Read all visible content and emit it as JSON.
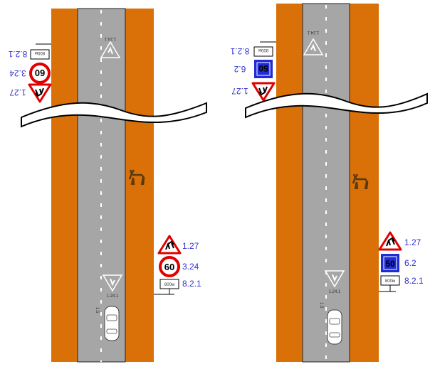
{
  "colors": {
    "verge": "#d97008",
    "road": "#a6a6a6",
    "sign_red": "#e00000",
    "sign_blue": "#1f2bd6",
    "label": "#3333cc"
  },
  "left_scheme": {
    "top_signs": {
      "warning": "1.27",
      "speed": "3.24",
      "plate": "8.2.1",
      "speed_value": "60",
      "plate_text": "800м"
    },
    "bottom_signs": {
      "warning": "1.27",
      "speed": "3.24",
      "plate": "8.2.1",
      "speed_value": "60",
      "plate_text": "800м"
    },
    "road_marking_top": "1.24.1",
    "road_marking_bottom": "1.24.1",
    "lane_marking": "1.5"
  },
  "right_scheme": {
    "top_signs": {
      "warning": "1.27",
      "speed": "6.2",
      "plate": "8.2.1",
      "speed_value": "50",
      "plate_text": "800м"
    },
    "bottom_signs": {
      "warning": "1.27",
      "speed": "6.2",
      "plate": "8.2.1",
      "speed_value": "50",
      "plate_text": "800м"
    },
    "road_marking_top": "1.24.1",
    "road_marking_bottom": "1.24.1",
    "lane_marking": "1.5"
  }
}
